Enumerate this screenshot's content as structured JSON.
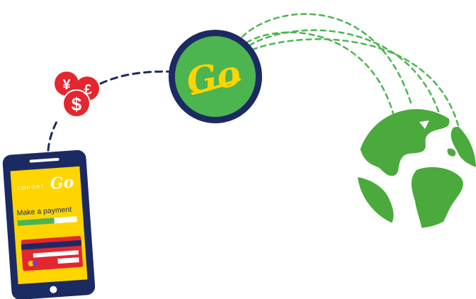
{
  "brand": {
    "logo_word": "Go",
    "prefix": "COHORT",
    "phone_logo_word": "Go"
  },
  "phone": {
    "headline": "Make a payment",
    "progress": 0.62
  },
  "currency_icons": [
    "¥",
    "£",
    "$"
  ],
  "colors": {
    "navy": "#1c2a63",
    "green": "#4cb54f",
    "yellow": "#ffd500",
    "red": "#e4262f",
    "globe_green": "#4aaa3c"
  },
  "icons": [
    "phone-icon",
    "currency-coins-icon",
    "go-logo-icon",
    "globe-icon"
  ]
}
